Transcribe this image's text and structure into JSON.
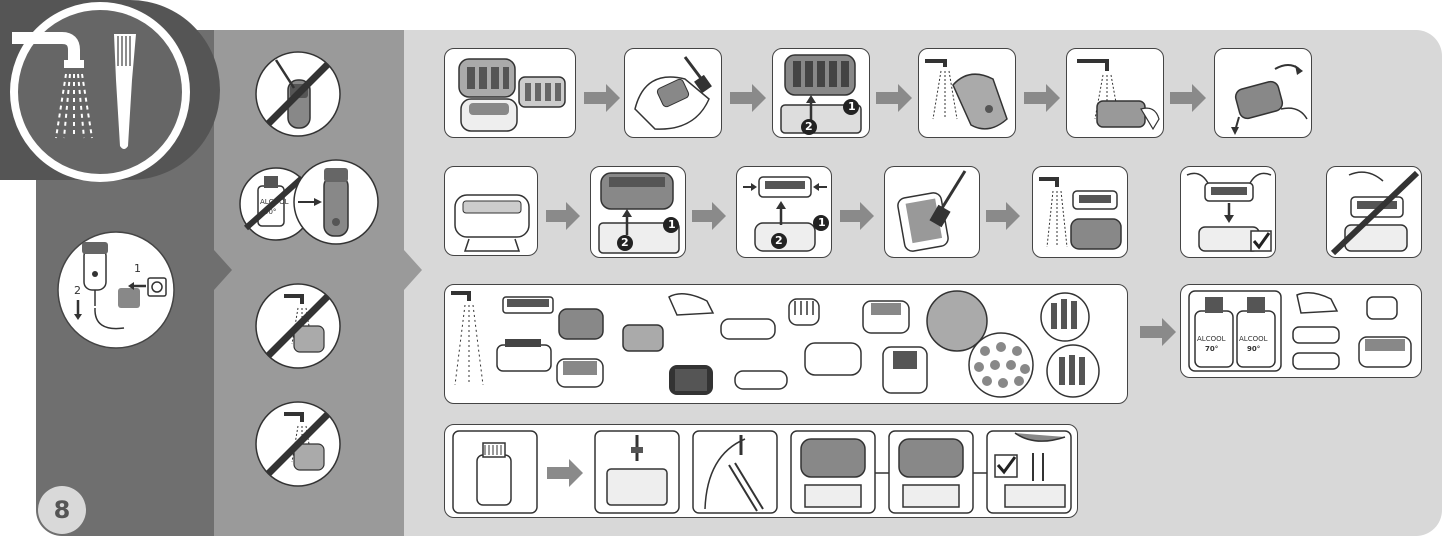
{
  "page": {
    "number": "8"
  },
  "charger_steps": {
    "step1": "1",
    "step2": "2"
  },
  "disinfectant": {
    "bottle_label": "ALCOOL",
    "bottle_value": "90°"
  },
  "step_badges": {
    "one": "1",
    "two": "2"
  },
  "alcohol_bottles": [
    {
      "label": "ALCOOL",
      "value": "70°"
    },
    {
      "label": "ALCOOL",
      "value": "90°"
    }
  ],
  "colors": {
    "dark_panel": "#6f6f6f",
    "mid_panel": "#9a9a9a",
    "light_panel": "#d8d8d8",
    "arrow": "#8a8a8a",
    "line": "#444444"
  }
}
